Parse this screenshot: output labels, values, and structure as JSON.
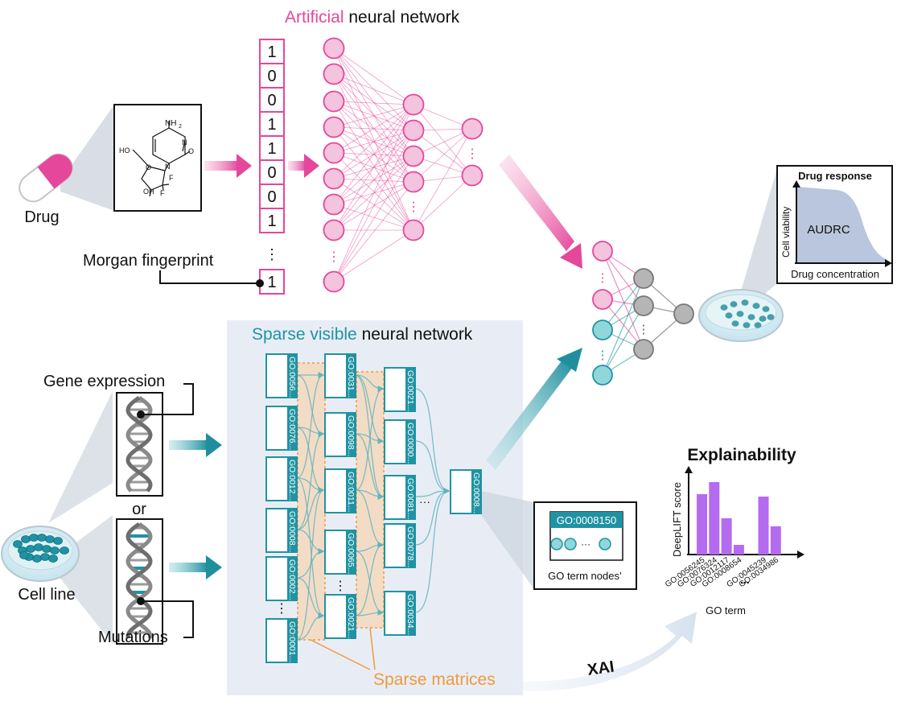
{
  "colors": {
    "pink": "#e5479a",
    "pink_light": "#f4c3dd",
    "teal": "#1f93a3",
    "teal_light": "#8fd7da",
    "orange": "#f09a3c",
    "purple": "#b46bf0",
    "panel": "#e8edf5",
    "gray_node": "#b5b5b5"
  },
  "ann": {
    "title_pink": "Artificial",
    "title_rest": " neural network",
    "bits": [
      "1",
      "0",
      "0",
      "1",
      "1",
      "0",
      "0",
      "1"
    ],
    "bit_dots": "⋮",
    "bit_last": "1",
    "morgan_label": "Morgan fingerprint",
    "drug_label": "Drug",
    "mol_nh2": "NH",
    "mol_nh2_sub": "2",
    "mol_n": "N",
    "mol_o_ring": "O",
    "mol_o_keto": "O",
    "mol_ho": "HO",
    "mol_oh": "OH",
    "mol_f1": "F",
    "mol_f2": "F",
    "mol_n2": "N"
  },
  "svnn": {
    "title_teal": "Sparse visible",
    "title_rest": " neural network",
    "col1": [
      "GO:0056...",
      "GO:0076...",
      "GO:0012...",
      "GO:0008...",
      "GO:0002..."
    ],
    "col1_last": "GO:0001...",
    "col2": [
      "GO:0031...",
      "GO:0098...",
      "GO:0011...",
      "GO:0065..."
    ],
    "col2_last": "GO:0021...",
    "col3": [
      "GO:0021...",
      "GO:0000...",
      "GO:0081...",
      "GO:0078...",
      "GO:0034..."
    ],
    "root": "GO:0008...",
    "sparse_label": "Sparse matrices",
    "zoom_go": "GO:0008150",
    "zoom_caption": "GO term nodes’"
  },
  "cell": {
    "gene_expression": "Gene expression",
    "or_label": "or",
    "mutations": "Mutations",
    "cell_line": "Cell line"
  },
  "response": {
    "title": "Drug response",
    "ylabel": "Cell viability",
    "xlabel": "Drug concentration",
    "area_label": "AUDRC"
  },
  "xai": {
    "title": "Explainability",
    "ylabel": "DeepLIFT score",
    "xlabel": "GO term",
    "arrow_label": "XAI",
    "ellipsis": "...",
    "categories": [
      "GO:0056245",
      "GO:0076324",
      "GO:0012117",
      "GO:0008654",
      "GO:0045239",
      "GO:0034986"
    ]
  },
  "chart_data": {
    "type": "bar",
    "title": "Explainability",
    "xlabel": "GO term",
    "ylabel": "DeepLIFT score",
    "categories": [
      "GO:0056245",
      "GO:0076324",
      "GO:0012117",
      "GO:0008654",
      "GO:0045239",
      "GO:0034986"
    ],
    "values": [
      0.75,
      0.9,
      0.45,
      0.12,
      0.72,
      0.35
    ],
    "ylim": [
      0,
      1
    ]
  }
}
